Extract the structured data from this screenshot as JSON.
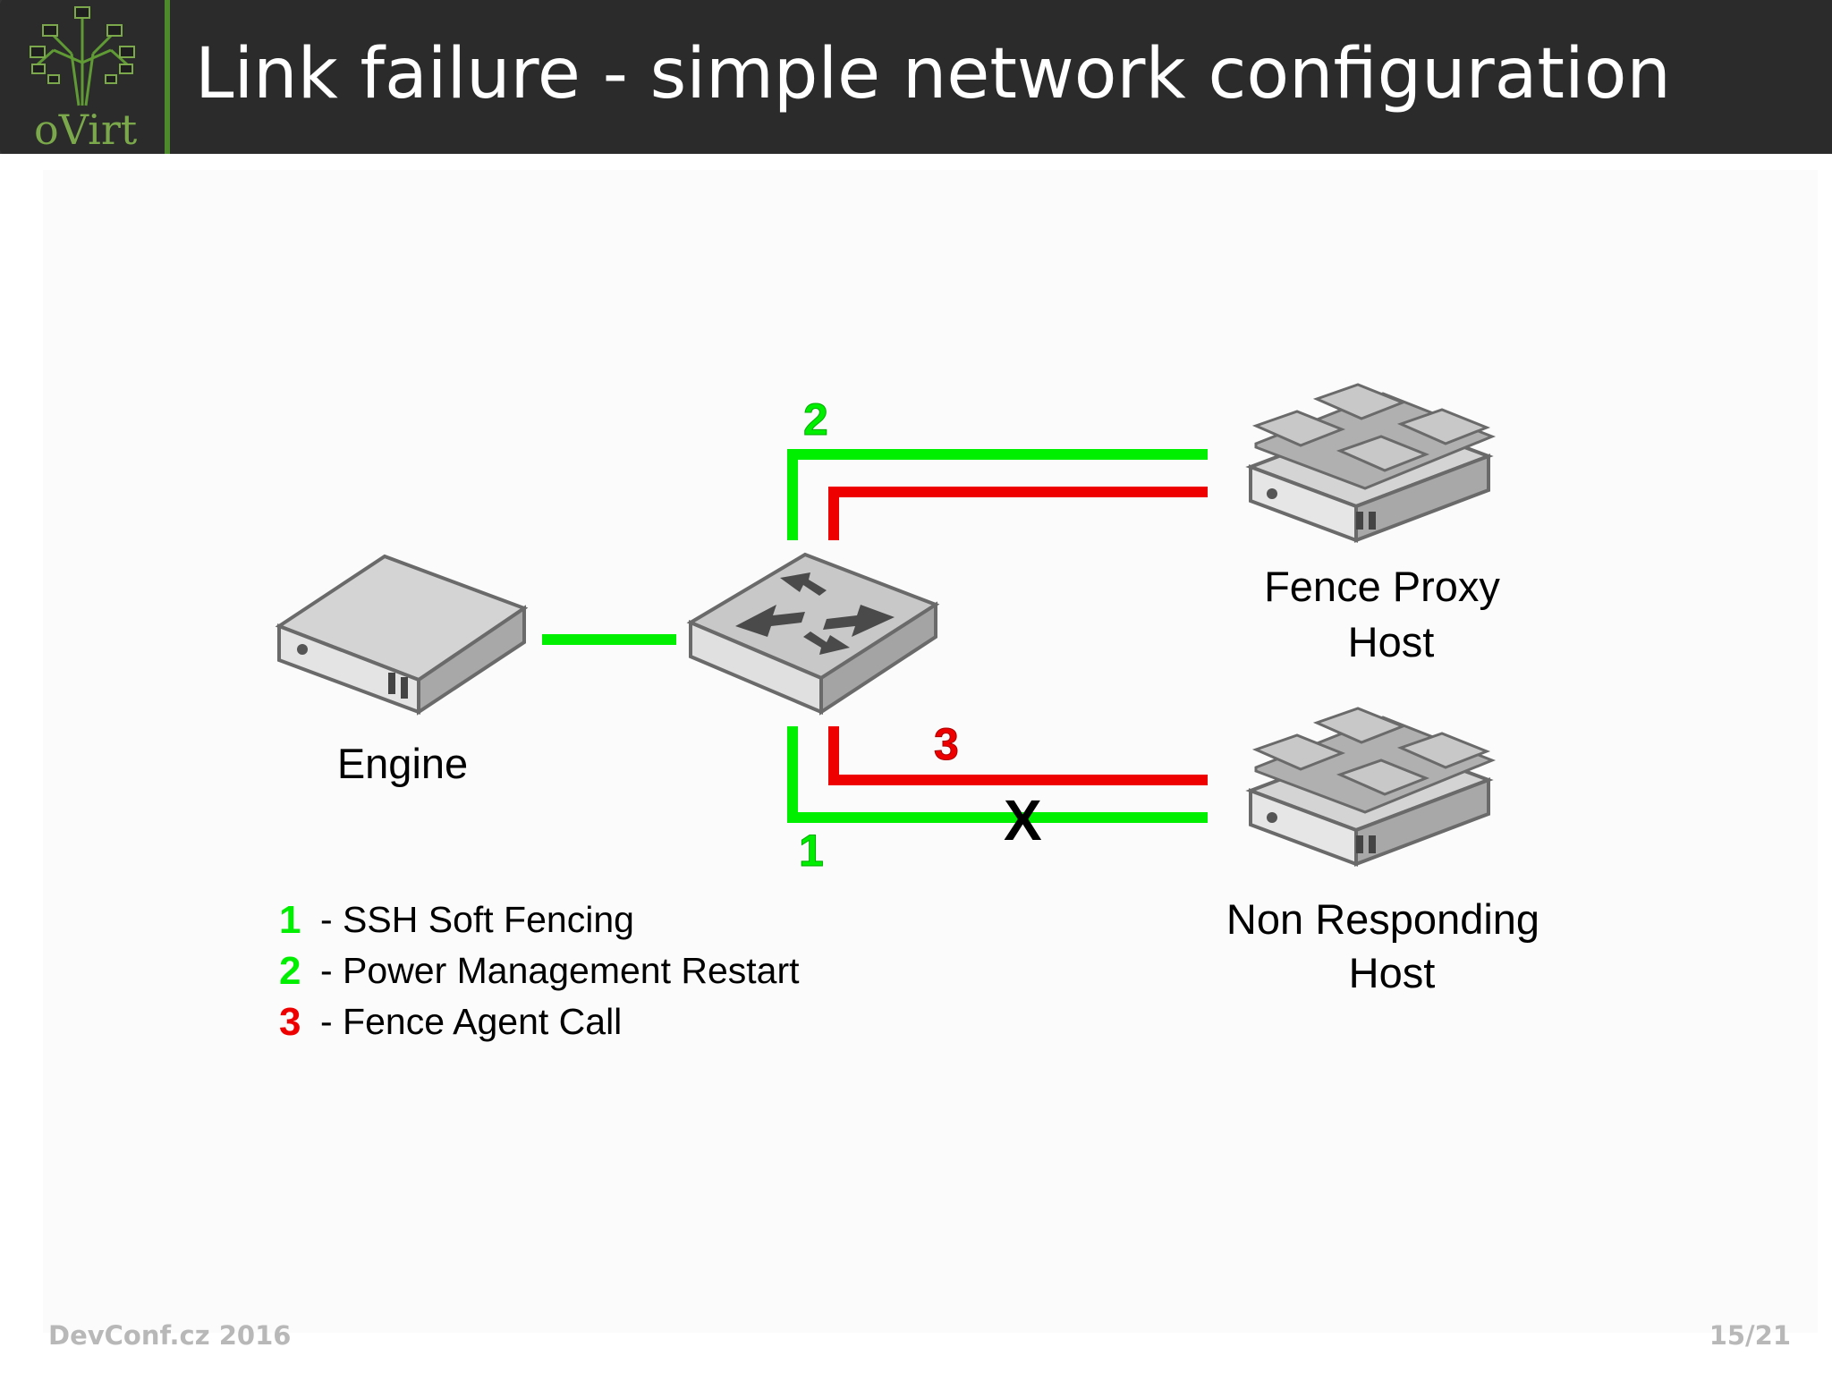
{
  "header": {
    "logo_text": "oVirt",
    "title": "Link failure - simple network configuration"
  },
  "diagram": {
    "nodes": {
      "engine": "Engine",
      "fence_proxy_line1": "Fence Proxy",
      "fence_proxy_line2": "Host",
      "non_responding_line1": "Non Responding",
      "non_responding_line2": "Host"
    },
    "path_labels": {
      "path1": "1",
      "path2": "2",
      "path3": "3"
    },
    "failure_mark": "X",
    "colors": {
      "green": "#00ee00",
      "red": "#ee0000"
    }
  },
  "legend": [
    {
      "num": "1",
      "text": "- SSH Soft Fencing",
      "color": "#00ee00"
    },
    {
      "num": "2",
      "text": "- Power Management Restart",
      "color": "#00ee00"
    },
    {
      "num": "3",
      "text": "- Fence Agent Call",
      "color": "#ee0000"
    }
  ],
  "footer": {
    "left": "DevConf.cz 2016",
    "right": "15/21"
  }
}
